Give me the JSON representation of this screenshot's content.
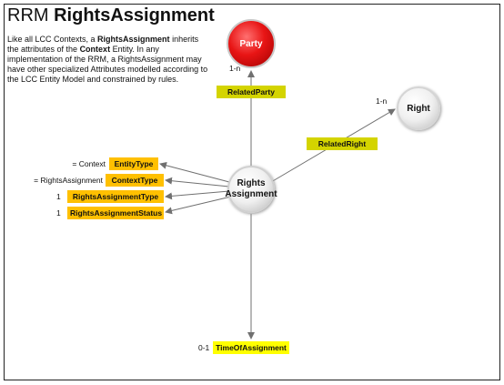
{
  "title": {
    "prefix": "RRM",
    "name": "RightsAssignment"
  },
  "description": {
    "part1": "Like all LCC Contexts, a ",
    "bold1": "RightsAssignment",
    "part2": " inherits the attributes of the ",
    "bold2": "Context",
    "part3": " Entity. In any implementation of the RRM, a RightsAssignment may have other specialized Attributes modelled according to the LCC Entity Model and constrained by rules."
  },
  "nodes": {
    "party": "Party",
    "right": "Right",
    "rights_assignment_line1": "Rights",
    "rights_assignment_line2": "Assignment"
  },
  "relations": {
    "related_party": {
      "label": "RelatedParty",
      "cardinality": "1-n"
    },
    "related_right": {
      "label": "RelatedRight",
      "cardinality": "1-n"
    },
    "time_of_assignment": {
      "label": "TimeOfAssignment",
      "cardinality": "0-1"
    }
  },
  "attributes": [
    {
      "label": "EntityType",
      "value": "= Context"
    },
    {
      "label": "ContextType",
      "value": "= RightsAssignment"
    },
    {
      "label": "RightsAssignmentType",
      "value": "1"
    },
    {
      "label": "RightsAssignmentStatus",
      "value": "1"
    }
  ],
  "colors": {
    "party_fill": "#e81515",
    "attribute_tag": "#ffc000",
    "relation_tag": "#d4d400",
    "time_tag": "#ffff00",
    "edge": "#707070"
  }
}
